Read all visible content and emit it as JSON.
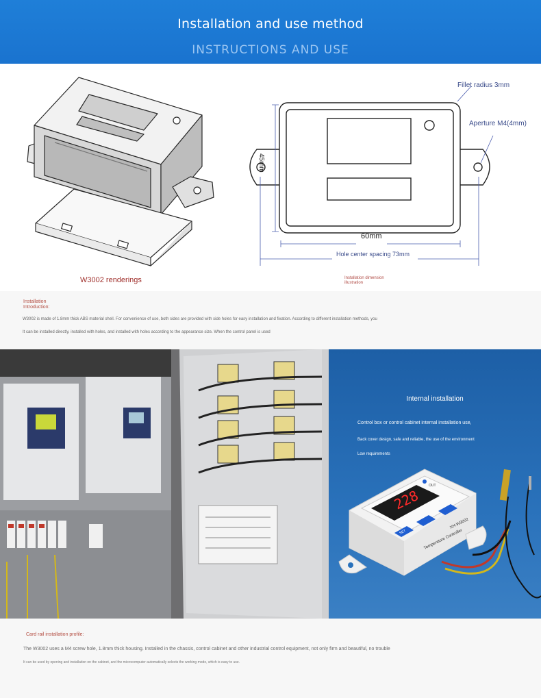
{
  "header": {
    "title": "Installation and use method",
    "subtitle": "INSTRUCTIONS AND USE"
  },
  "drawings": {
    "render_caption": "W3002 renderings",
    "dimension_caption": "Installation dimension illustration",
    "fillet_label": "Fillet radius 3mm",
    "aperture_label": "Aperture M4(4mm)",
    "height_label": "45mm",
    "width_label": "60mm",
    "hole_spacing_label": "Hole center spacing 73mm"
  },
  "intro": {
    "heading": "Installation Introduction:",
    "paragraph1": "W3002 is made of 1.8mm thick ABS material shell. For convenience of use, both sides are provided with side holes for easy installation and fixation. According to different installation methods, you",
    "paragraph2": "It can be installed directly, installed with holes, and installed with holes according to the appearance size. When the control panel is used"
  },
  "internal": {
    "heading": "Internal installation",
    "line1": "Control box or control cabinet internal installation use,",
    "line2": "Back cover design, safe and reliable, the use of the environment",
    "line3": "Low requirements",
    "display_value": "228",
    "set_label": "SET",
    "product_label": "Temperature Controller",
    "model_label": "XH-W3002",
    "out_label": "OUT"
  },
  "rail": {
    "heading": "Card rail installation profile:",
    "paragraph1": "The W3002 uses a M4 screw hole, 1.8mm thick housing. Installed in the chassis, control cabinet and other industrial control equipment, not only firm and beautiful, no trouble",
    "paragraph2": "It can be used by opening and installation on the cabinet, and the microcomputer automatically selects the working mode, which is easy to use."
  },
  "colors": {
    "banner": "#1f7fd8",
    "caption_red": "#a0302c",
    "panel_blue": "#2a72bb",
    "dimension_blue": "#3a4b8a"
  }
}
